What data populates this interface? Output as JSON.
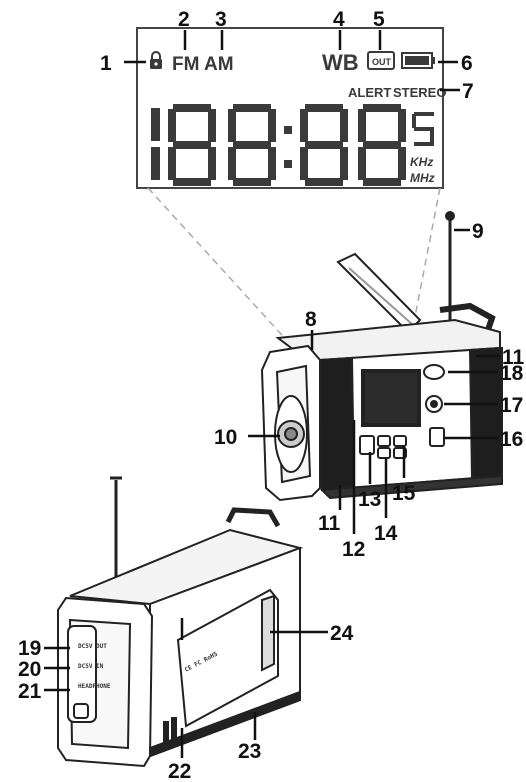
{
  "lcd": {
    "fm": "FM",
    "am": "AM",
    "wb": "WB",
    "out_badge": "OUT",
    "alert": "ALERT",
    "stereo": "STEREO",
    "digits": "188:88",
    "small_digit": "5",
    "khz": "KHz",
    "mhz": "MHz"
  },
  "rear_panel": {
    "port_labels": [
      "DC5V OUT",
      "DC5V IN",
      "HEADPHONE"
    ],
    "cert_marks": "CE FC RoHS"
  },
  "callouts": [
    "1",
    "2",
    "3",
    "4",
    "5",
    "6",
    "7",
    "8",
    "9",
    "10",
    "11",
    "11",
    "12",
    "13",
    "14",
    "15",
    "16",
    "17",
    "18",
    "19",
    "20",
    "21",
    "22",
    "23",
    "24"
  ],
  "icons": [
    "lock-icon",
    "battery-icon"
  ]
}
